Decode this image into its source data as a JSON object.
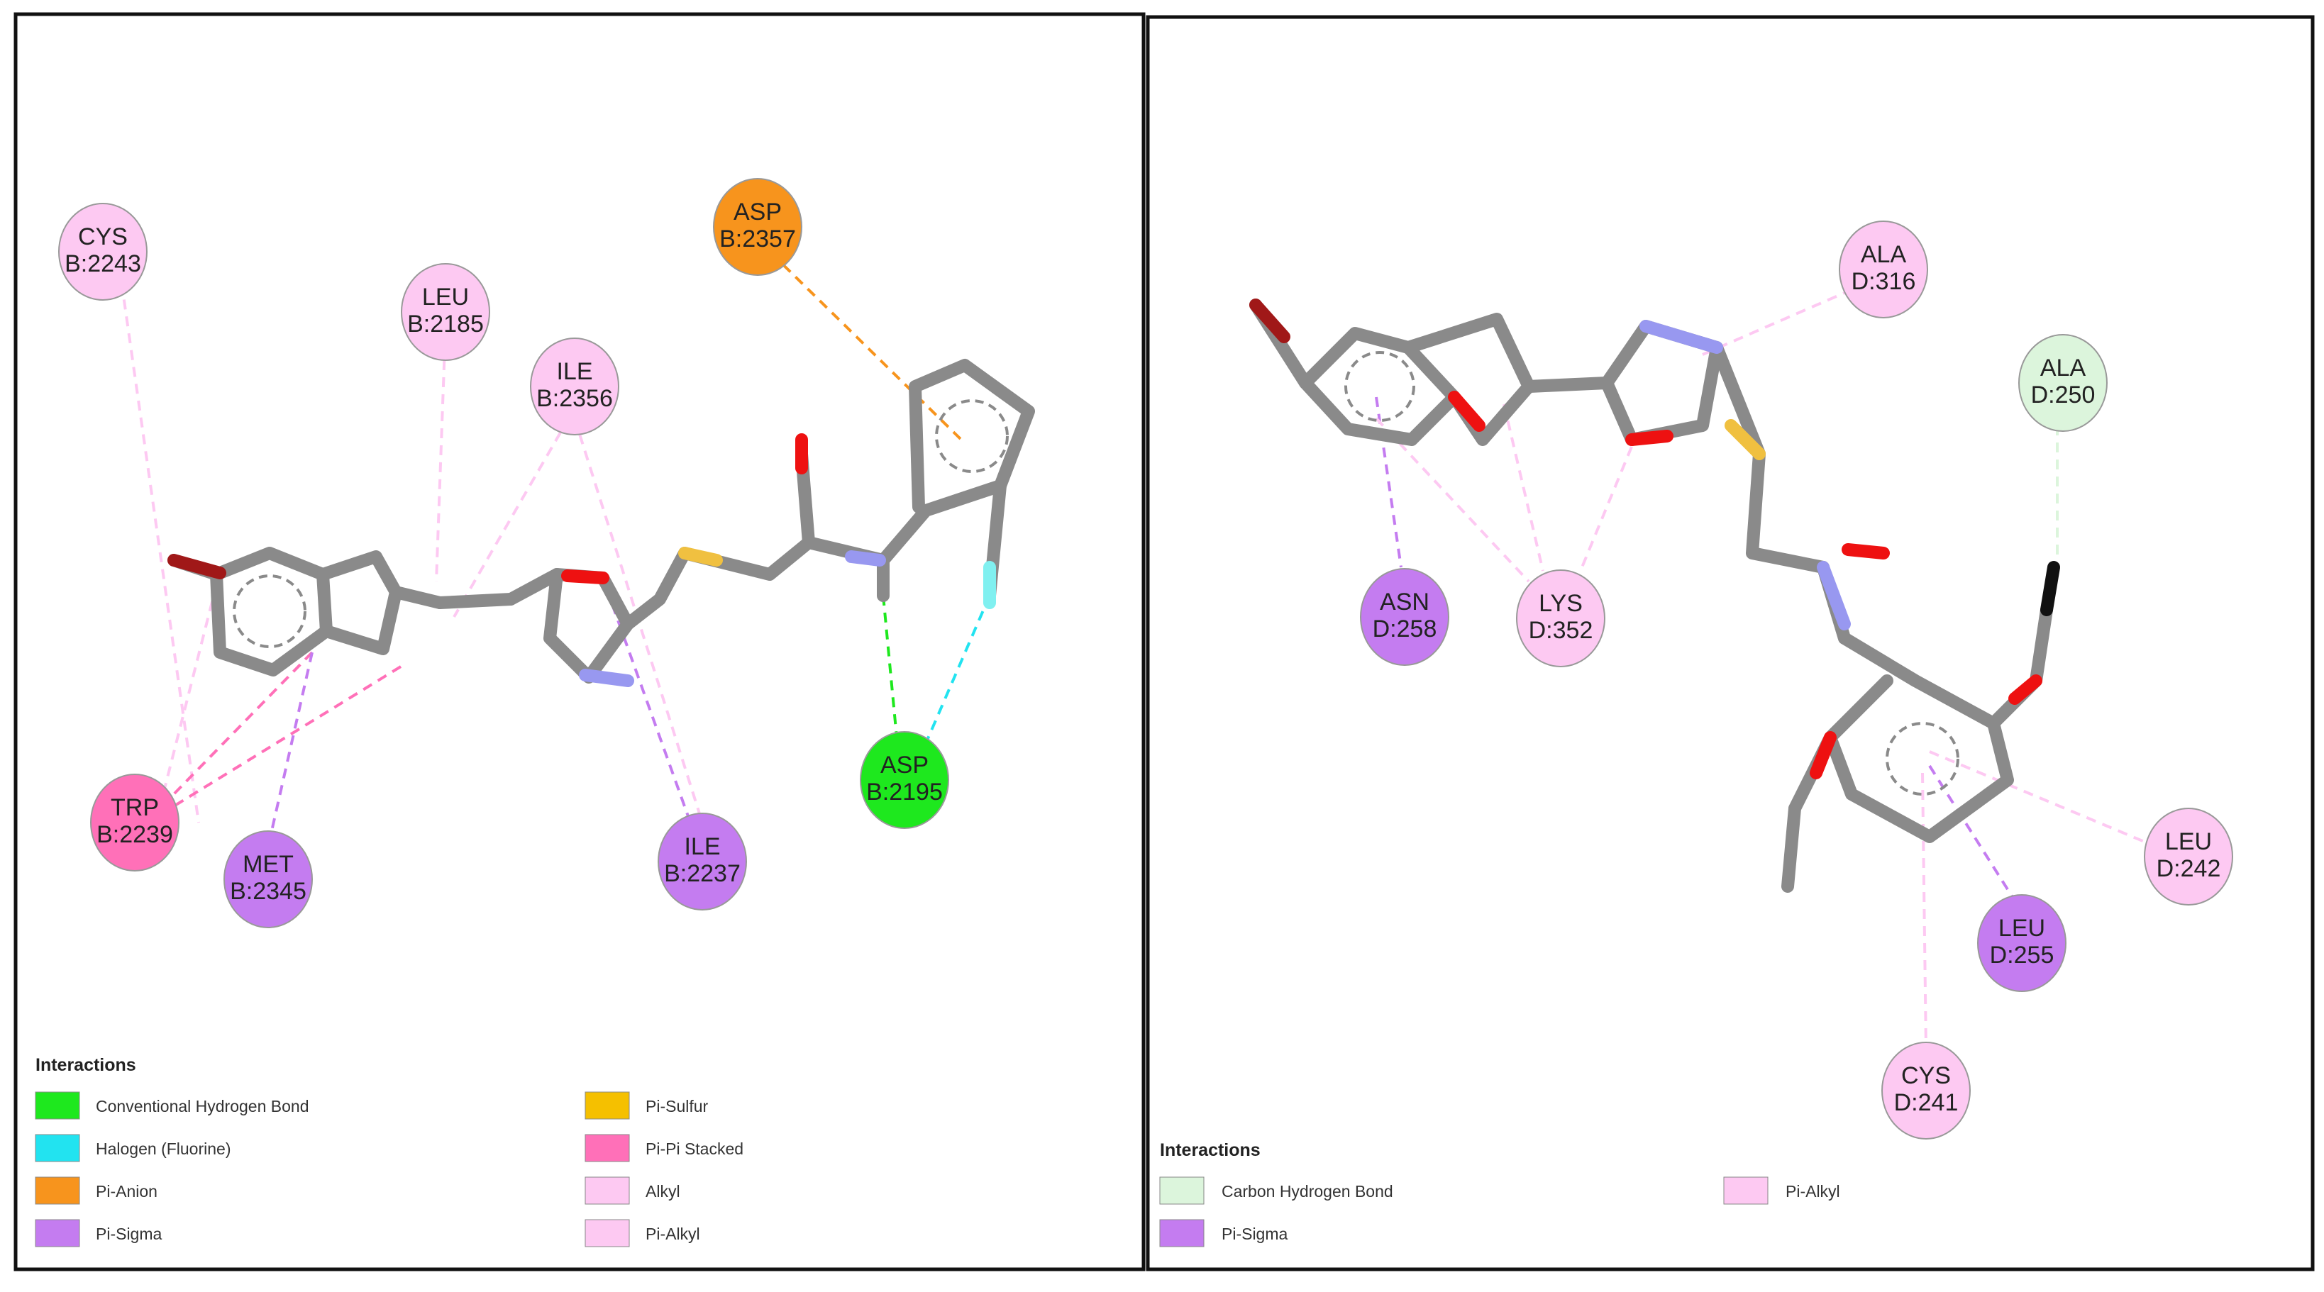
{
  "colors": {
    "conventional_hbond": "#1ee81e",
    "carbon_hbond": "#dcf5dc",
    "halogen": "#22e3f0",
    "pi_anion": "#f7941d",
    "pi_sulfur": "#f5c000",
    "pi_sigma": "#c47cf0",
    "pi_pi_stacked": "#ff70b8",
    "alkyl": "#fdc9f2",
    "pi_alkyl": "#fdc9f2",
    "bond": "#8a8a8a",
    "oxygen": "#ee1111",
    "nitrogen": "#9898f0",
    "sulfur": "#f0c040",
    "bromine": "#a01818",
    "fluorine": "#80f0f0"
  },
  "panels": [
    {
      "id": "left",
      "legend": {
        "title": "Interactions",
        "items": [
          {
            "label": "Conventional Hydrogen Bond",
            "color": "#1ee81e"
          },
          {
            "label": "Halogen (Fluorine)",
            "color": "#22e3f0"
          },
          {
            "label": "Pi-Anion",
            "color": "#f7941d"
          },
          {
            "label": "Pi-Sigma",
            "color": "#c47cf0"
          },
          {
            "label": "Pi-Sulfur",
            "color": "#f5c000"
          },
          {
            "label": "Pi-Pi Stacked",
            "color": "#ff70b8"
          },
          {
            "label": "Alkyl",
            "color": "#fdc9f2"
          },
          {
            "label": "Pi-Alkyl",
            "color": "#fdc9f2"
          }
        ]
      },
      "residues": [
        {
          "name": "CYS",
          "id": "B:2243",
          "type": "alkyl"
        },
        {
          "name": "LEU",
          "id": "B:2185",
          "type": "alkyl"
        },
        {
          "name": "ILE",
          "id": "B:2356",
          "type": "alkyl"
        },
        {
          "name": "ASP",
          "id": "B:2357",
          "type": "pi_anion"
        },
        {
          "name": "TRP",
          "id": "B:2239",
          "type": "pi_pi_stacked"
        },
        {
          "name": "MET",
          "id": "B:2345",
          "type": "pi_sigma"
        },
        {
          "name": "ILE",
          "id": "B:2237",
          "type": "pi_sigma"
        },
        {
          "name": "ASP",
          "id": "B:2195",
          "type": "conventional_hbond"
        }
      ]
    },
    {
      "id": "right",
      "legend": {
        "title": "Interactions",
        "items": [
          {
            "label": "Carbon Hydrogen Bond",
            "color": "#dcf5dc"
          },
          {
            "label": "Pi-Sigma",
            "color": "#c47cf0"
          },
          {
            "label": "Pi-Alkyl",
            "color": "#fdc9f2"
          }
        ]
      },
      "residues": [
        {
          "name": "ALA",
          "id": "D:316",
          "type": "pi_alkyl"
        },
        {
          "name": "ALA",
          "id": "D:250",
          "type": "carbon_hbond"
        },
        {
          "name": "ASN",
          "id": "D:258",
          "type": "pi_sigma"
        },
        {
          "name": "LYS",
          "id": "D:352",
          "type": "pi_alkyl"
        },
        {
          "name": "LEU",
          "id": "D:242",
          "type": "pi_alkyl"
        },
        {
          "name": "LEU",
          "id": "D:255",
          "type": "pi_sigma"
        },
        {
          "name": "CYS",
          "id": "D:241",
          "type": "pi_alkyl"
        }
      ]
    }
  ]
}
